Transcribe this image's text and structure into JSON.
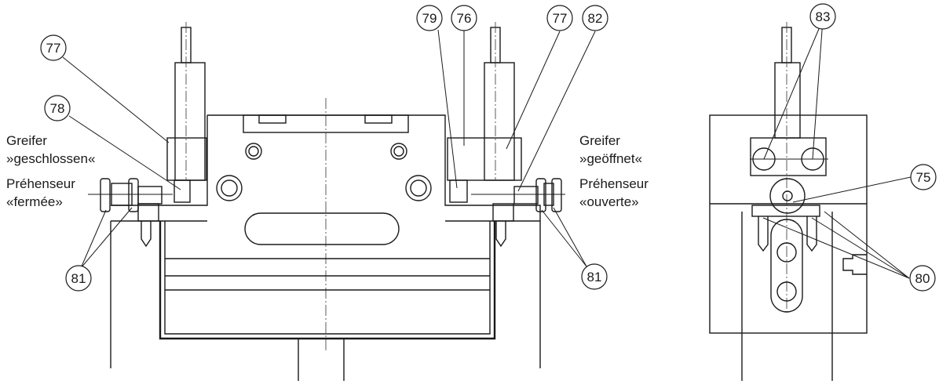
{
  "labels": {
    "left_line1": "Greifer",
    "left_line2": "»geschlossen«",
    "left_line3": "Préhenseur",
    "left_line4": "«fermée»",
    "right_line1": "Greifer",
    "right_line2": "»geöffnet«",
    "right_line3": "Préhenseur",
    "right_line4": "«ouverte»"
  },
  "callouts": {
    "c77_left": "77",
    "c78": "78",
    "c79": "79",
    "c76": "76",
    "c77_right": "77",
    "c82": "82",
    "c83": "83",
    "c75": "75",
    "c81_left": "81",
    "c81_right": "81",
    "c80": "80"
  }
}
